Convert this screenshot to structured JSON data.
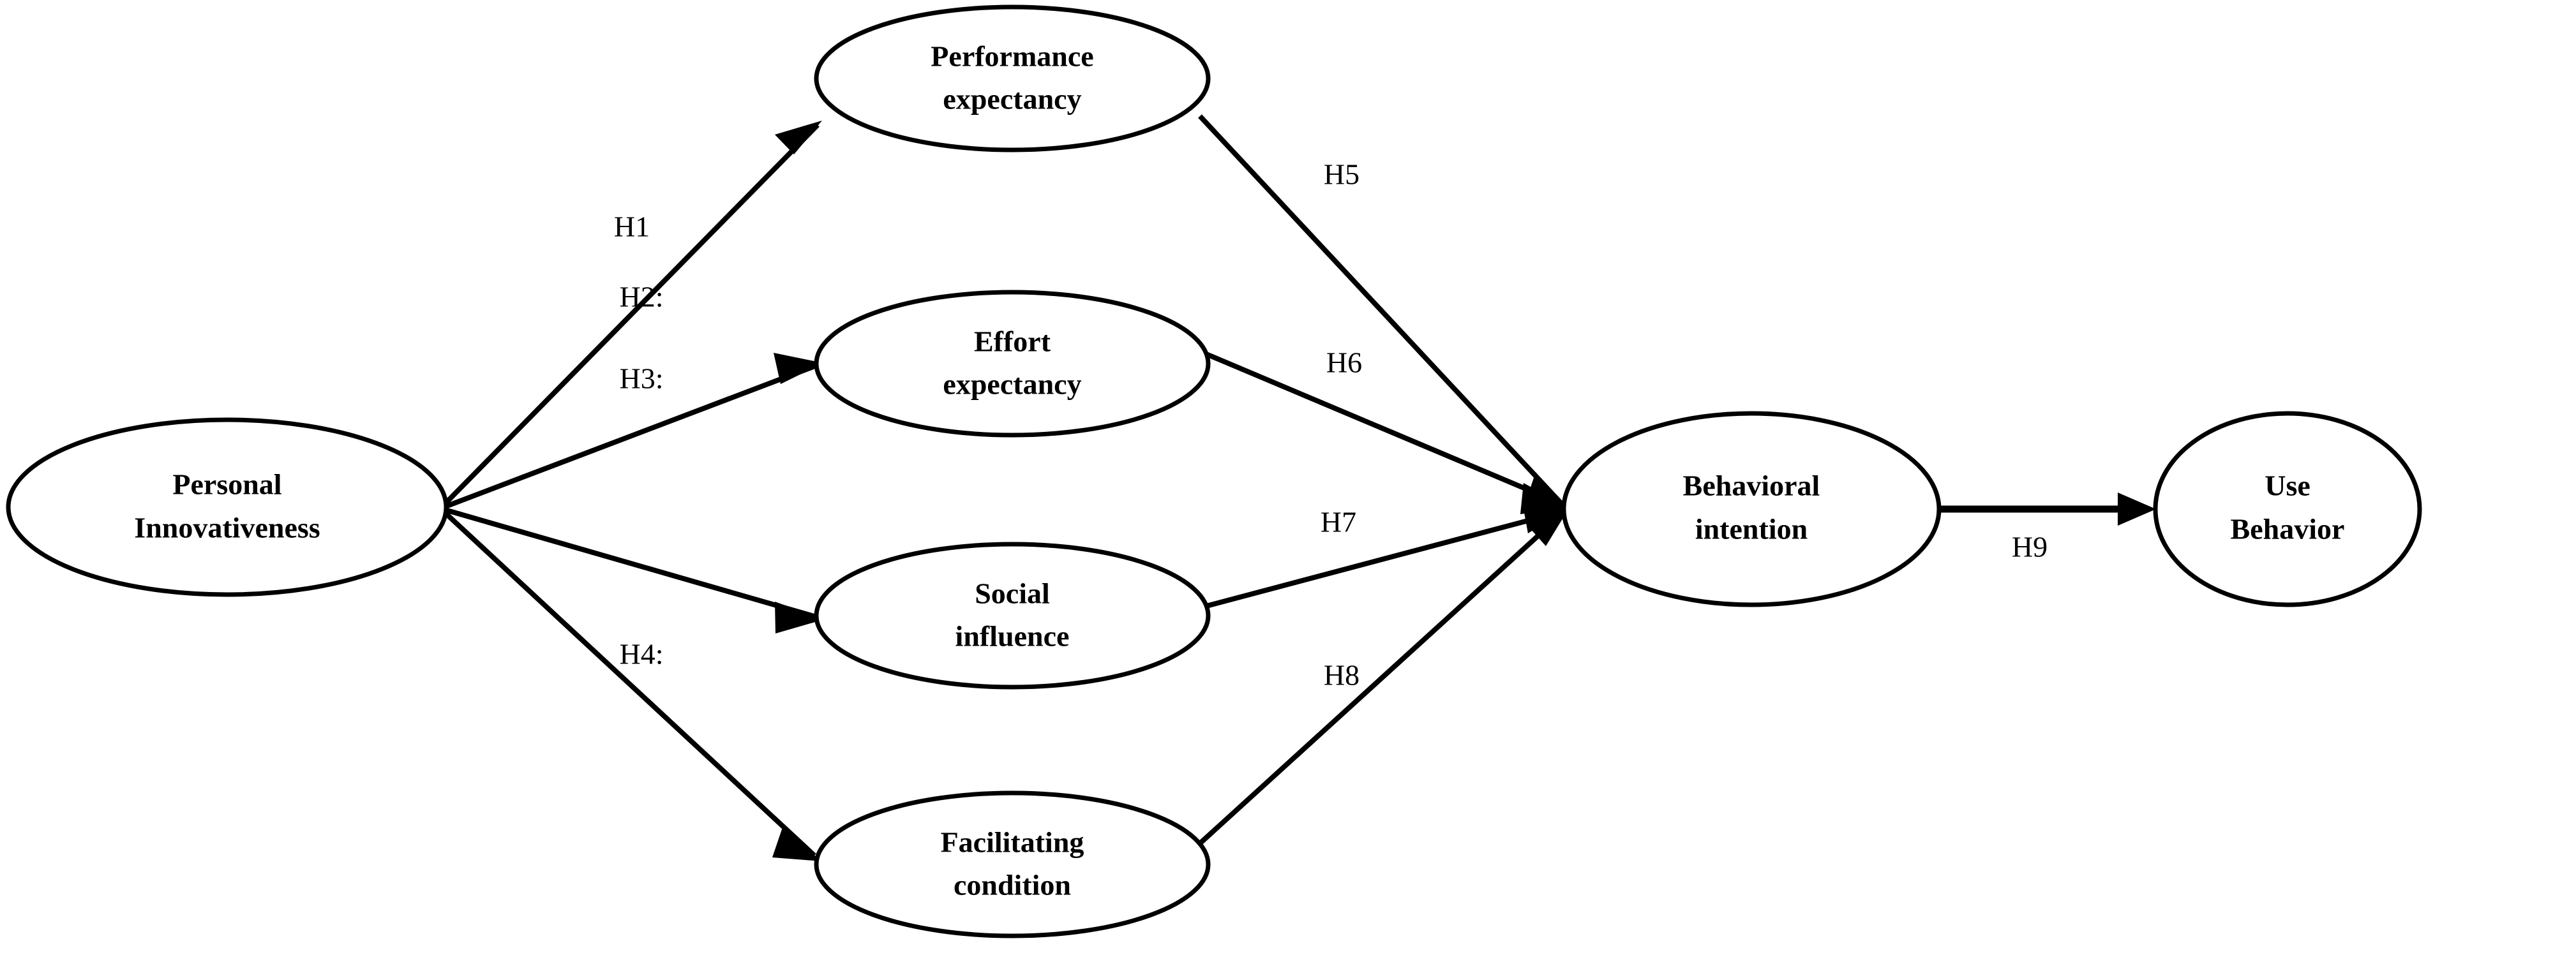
{
  "diagram": {
    "type": "research-model-path-diagram",
    "background_color": "#ffffff",
    "stroke_color": "#000000",
    "nodes": [
      {
        "id": "personal_innovativeness",
        "label_line1": "Personal",
        "label_line2": "Innovativeness"
      },
      {
        "id": "performance_expectancy",
        "label_line1": "Performance",
        "label_line2": "expectancy"
      },
      {
        "id": "effort_expectancy",
        "label_line1": "Effort",
        "label_line2": "expectancy"
      },
      {
        "id": "social_influence",
        "label_line1": "Social",
        "label_line2": "influence"
      },
      {
        "id": "facilitating_condition",
        "label_line1": "Facilitating",
        "label_line2": "condition"
      },
      {
        "id": "behavioral_intention",
        "label_line1": "Behavioral",
        "label_line2": "intention"
      },
      {
        "id": "use_behavior",
        "label_line1": "Use",
        "label_line2": "Behavior"
      }
    ],
    "edges": [
      {
        "id": "h1",
        "label": "H1",
        "from": "personal_innovativeness",
        "to": "performance_expectancy"
      },
      {
        "id": "h2",
        "label": "H2:",
        "from": "personal_innovativeness",
        "to": "effort_expectancy"
      },
      {
        "id": "h3",
        "label": "H3:",
        "from": "personal_innovativeness",
        "to": "social_influence"
      },
      {
        "id": "h4",
        "label": "H4:",
        "from": "personal_innovativeness",
        "to": "facilitating_condition"
      },
      {
        "id": "h5",
        "label": "H5",
        "from": "performance_expectancy",
        "to": "behavioral_intention"
      },
      {
        "id": "h6",
        "label": "H6",
        "from": "effort_expectancy",
        "to": "behavioral_intention"
      },
      {
        "id": "h7",
        "label": "H7",
        "from": "social_influence",
        "to": "behavioral_intention"
      },
      {
        "id": "h8",
        "label": "H8",
        "from": "facilitating_condition",
        "to": "behavioral_intention"
      },
      {
        "id": "h9",
        "label": "H9",
        "from": "behavioral_intention",
        "to": "use_behavior"
      }
    ]
  }
}
